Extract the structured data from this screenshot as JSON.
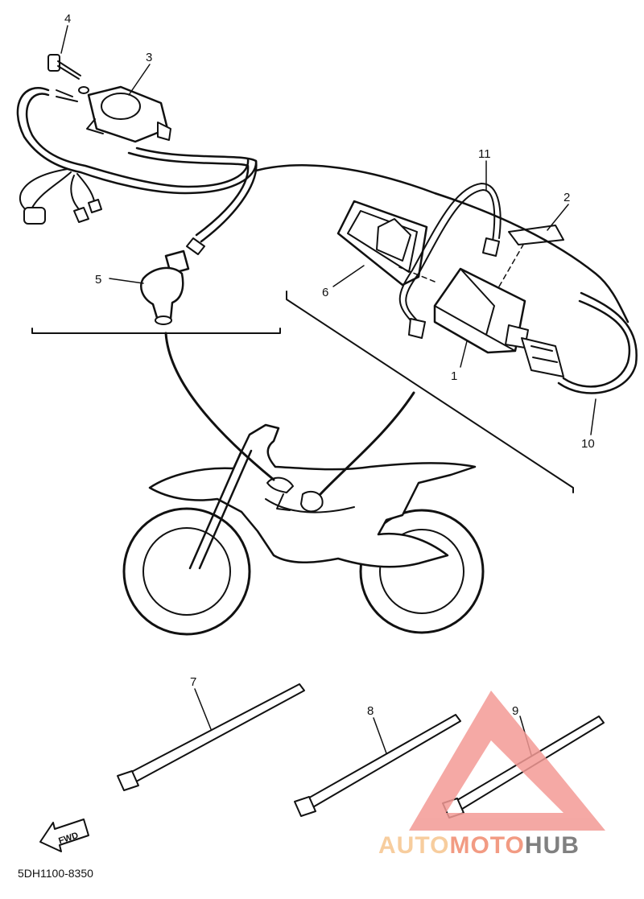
{
  "callouts": {
    "c1": "1",
    "c2": "2",
    "c3": "3",
    "c4": "4",
    "c5": "5",
    "c6": "6",
    "c7": "7",
    "c8": "8",
    "c9": "9",
    "c10": "10",
    "c11": "11"
  },
  "fwd_label": "FWD",
  "diagram_code": "5DH1100-8350",
  "watermark": {
    "part_a": "AUTO",
    "part_b": "MOTO",
    "part_c": "HUB",
    "color_light": "#f6c58e",
    "color_mid": "#f08a6e",
    "color_dark": "#6a6a6a",
    "triangle_color": "#f39a95"
  }
}
